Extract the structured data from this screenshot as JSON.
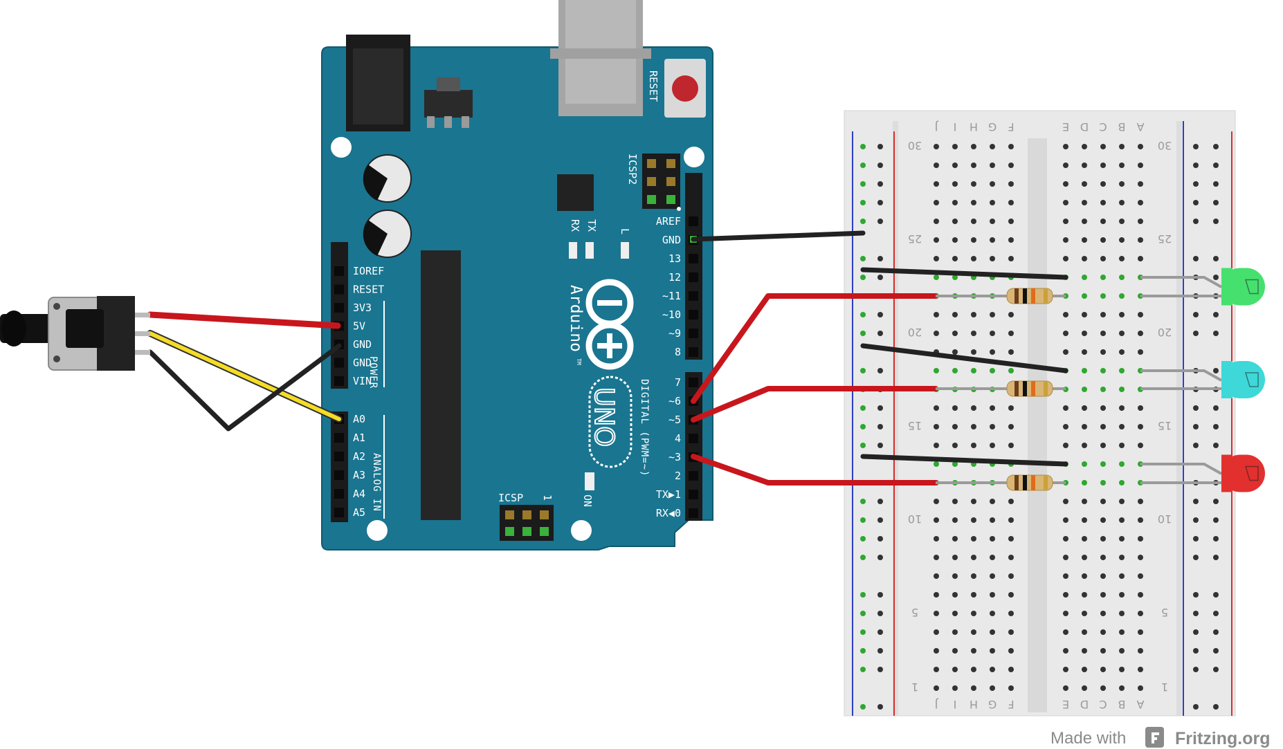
{
  "board": {
    "reset_label": "RESET",
    "icsp2_label": "ICSP2",
    "icsp_label": "ICSP",
    "icsp_pin_label": "1",
    "tx_label": "TX",
    "rx_label": "RX",
    "l_label": "L",
    "on_label": "ON",
    "brand": "Arduino",
    "tm": "TM",
    "model": "UNO",
    "digital_label": "DIGITAL (PWM=~)",
    "power_label": "POWER",
    "analog_label": "ANALOG IN",
    "digital_top_pins": [
      "AREF",
      "GND",
      "13",
      "12",
      "~11",
      "~10",
      "~9",
      "8"
    ],
    "digital_bottom_pins": [
      "7",
      "~6",
      "~5",
      "4",
      "~3",
      "2",
      "TX▶1",
      "RX◀0"
    ],
    "power_pins": [
      "IOREF",
      "RESET",
      "3V3",
      "5V",
      "GND",
      "GND",
      "VIN"
    ],
    "analog_pins": [
      "A0",
      "A1",
      "A2",
      "A3",
      "A4",
      "A5"
    ]
  },
  "breadboard": {
    "columns_left": [
      "J",
      "I",
      "H",
      "G",
      "F"
    ],
    "columns_right": [
      "E",
      "D",
      "C",
      "B",
      "A"
    ],
    "row_numbers": [
      "30",
      "25",
      "20",
      "15",
      "10",
      "5",
      "1"
    ]
  },
  "colors": {
    "board": "#1a7590",
    "wire_red": "#c8161d",
    "wire_black": "#222222",
    "wire_yellow": "#f4dc28",
    "led_green": "#46e06f",
    "led_cyan": "#3ed8d8",
    "led_red": "#e2302f"
  },
  "footer": {
    "made_with": "Made with",
    "brand": "Fritzing.org"
  }
}
